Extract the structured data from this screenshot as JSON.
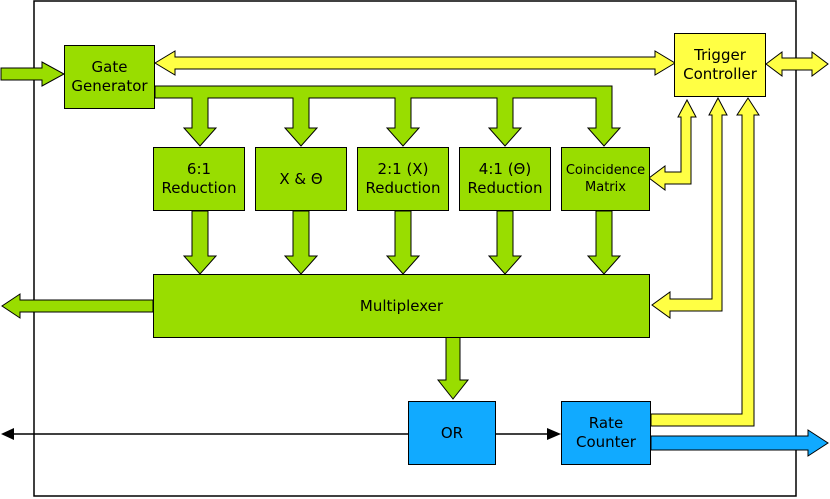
{
  "colors": {
    "green": "#99dd00",
    "yellow": "#ffff44",
    "blue": "#11aaff",
    "outline": "#000000"
  },
  "blocks": {
    "gate_generator": "Gate\nGenerator",
    "trigger_controller": "Trigger\nController",
    "reduction_6_1": "6:1\nReduction",
    "x_theta": "X & Θ",
    "reduction_2_1": "2:1 (X)\nReduction",
    "reduction_4_1": "4:1 (Θ)\nReduction",
    "coincidence_matrix": "Coincidence\nMatrix",
    "multiplexer": "Multiplexer",
    "or_gate": "OR",
    "rate_counter": "Rate\nCounter"
  }
}
